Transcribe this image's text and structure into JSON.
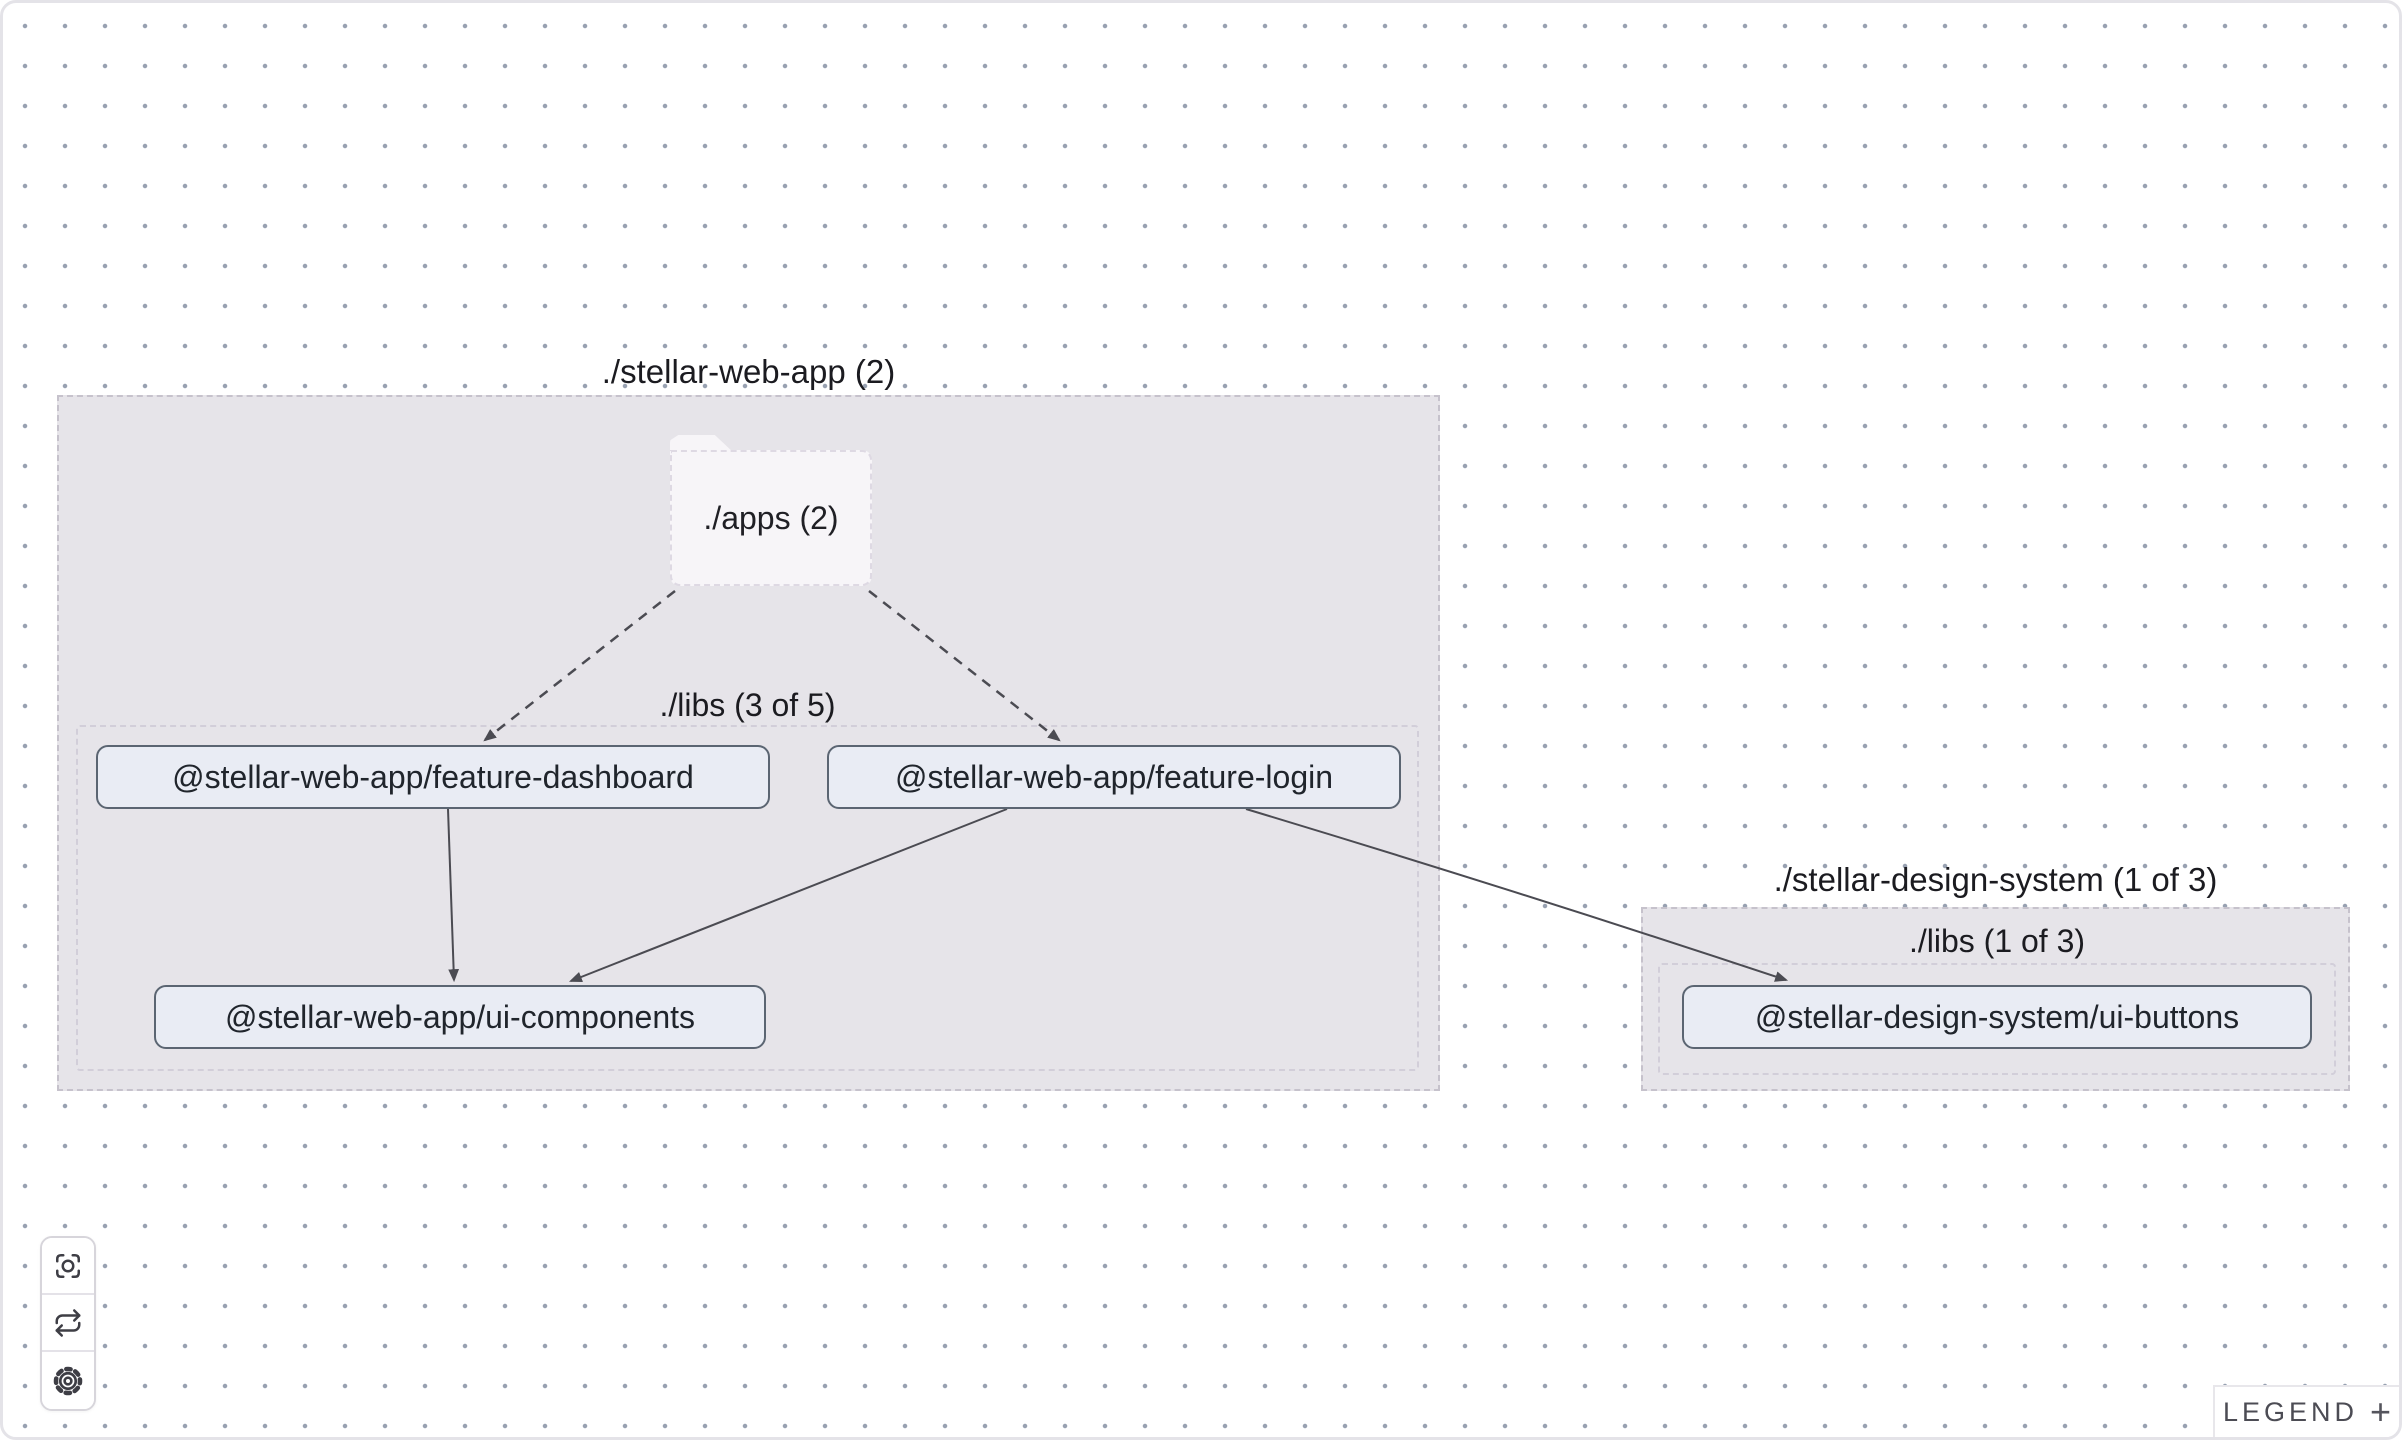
{
  "app": "project-dependency-graph",
  "graph": {
    "groups": [
      {
        "id": "stellar-web-app",
        "title": "./stellar-web-app (2)",
        "folder": {
          "label": "./apps (2)"
        },
        "libs": {
          "label": "./libs (3 of 5)"
        },
        "nodes": [
          {
            "id": "feature-dashboard",
            "label": "@stellar-web-app/feature-dashboard"
          },
          {
            "id": "feature-login",
            "label": "@stellar-web-app/feature-login"
          },
          {
            "id": "ui-components",
            "label": "@stellar-web-app/ui-components"
          }
        ]
      },
      {
        "id": "stellar-design-system",
        "title": "./stellar-design-system (1 of 3)",
        "libs": {
          "label": "./libs (1 of 3)"
        },
        "nodes": [
          {
            "id": "ui-buttons",
            "label": "@stellar-design-system/ui-buttons"
          }
        ]
      }
    ],
    "edges": [
      {
        "from": "./apps",
        "to": "@stellar-web-app/feature-dashboard",
        "style": "dashed"
      },
      {
        "from": "./apps",
        "to": "@stellar-web-app/feature-login",
        "style": "dashed"
      },
      {
        "from": "@stellar-web-app/feature-dashboard",
        "to": "@stellar-web-app/ui-components",
        "style": "solid"
      },
      {
        "from": "@stellar-web-app/feature-login",
        "to": "@stellar-web-app/ui-components",
        "style": "solid"
      },
      {
        "from": "@stellar-web-app/feature-login",
        "to": "@stellar-design-system/ui-buttons",
        "style": "solid"
      }
    ]
  },
  "toolbar": {
    "buttons": [
      {
        "icon": "focus-icon"
      },
      {
        "icon": "refresh-icon"
      },
      {
        "icon": "settings-icon"
      }
    ]
  },
  "legend": {
    "label": "LEGEND",
    "plus": "+"
  },
  "colors": {
    "background": "#ffffff",
    "dot": "#98a1b1",
    "group_fill": "#e6e4e9",
    "group_border": "#c6c2cc",
    "libs_border": "#d2ced9",
    "folder_fill": "#f7f5f8",
    "node_fill": "#e9ecf4",
    "node_border": "#5b6572",
    "edge": "#4b4b52",
    "text": "#1b1b20"
  }
}
